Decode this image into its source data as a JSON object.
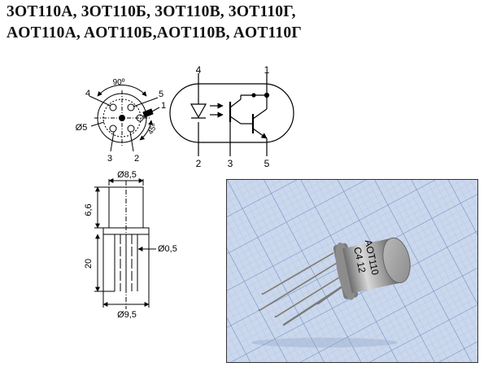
{
  "title": {
    "line1": "3OT110A, 3OT110Б, 3OT110B, 3OT110Г,",
    "line2": "AOT110A, AOT110Б,AOT110B, AOT110Г"
  },
  "pinout_top": {
    "angle_90": "90º",
    "angle_45": "45º",
    "diameter": "Ø5",
    "pins": [
      "1",
      "2",
      "3",
      "4",
      "5"
    ]
  },
  "schematic": {
    "pins_top": [
      "4",
      "1"
    ],
    "pins_bottom": [
      "2",
      "3",
      "5"
    ]
  },
  "package": {
    "dia_top": "Ø8,5",
    "height": "6,6",
    "lead_length": "20",
    "lead_dia": "Ø0,5",
    "dia_bottom": "Ø9,5"
  },
  "photo": {
    "marking_line1": "AOT110",
    "marking_line2": "C4 12"
  },
  "colors": {
    "grid_bg": "#c9d6ea",
    "grid_minor": "#9fb6da",
    "grid_major": "#6f8fc4",
    "metal": "#a8a8a8"
  }
}
